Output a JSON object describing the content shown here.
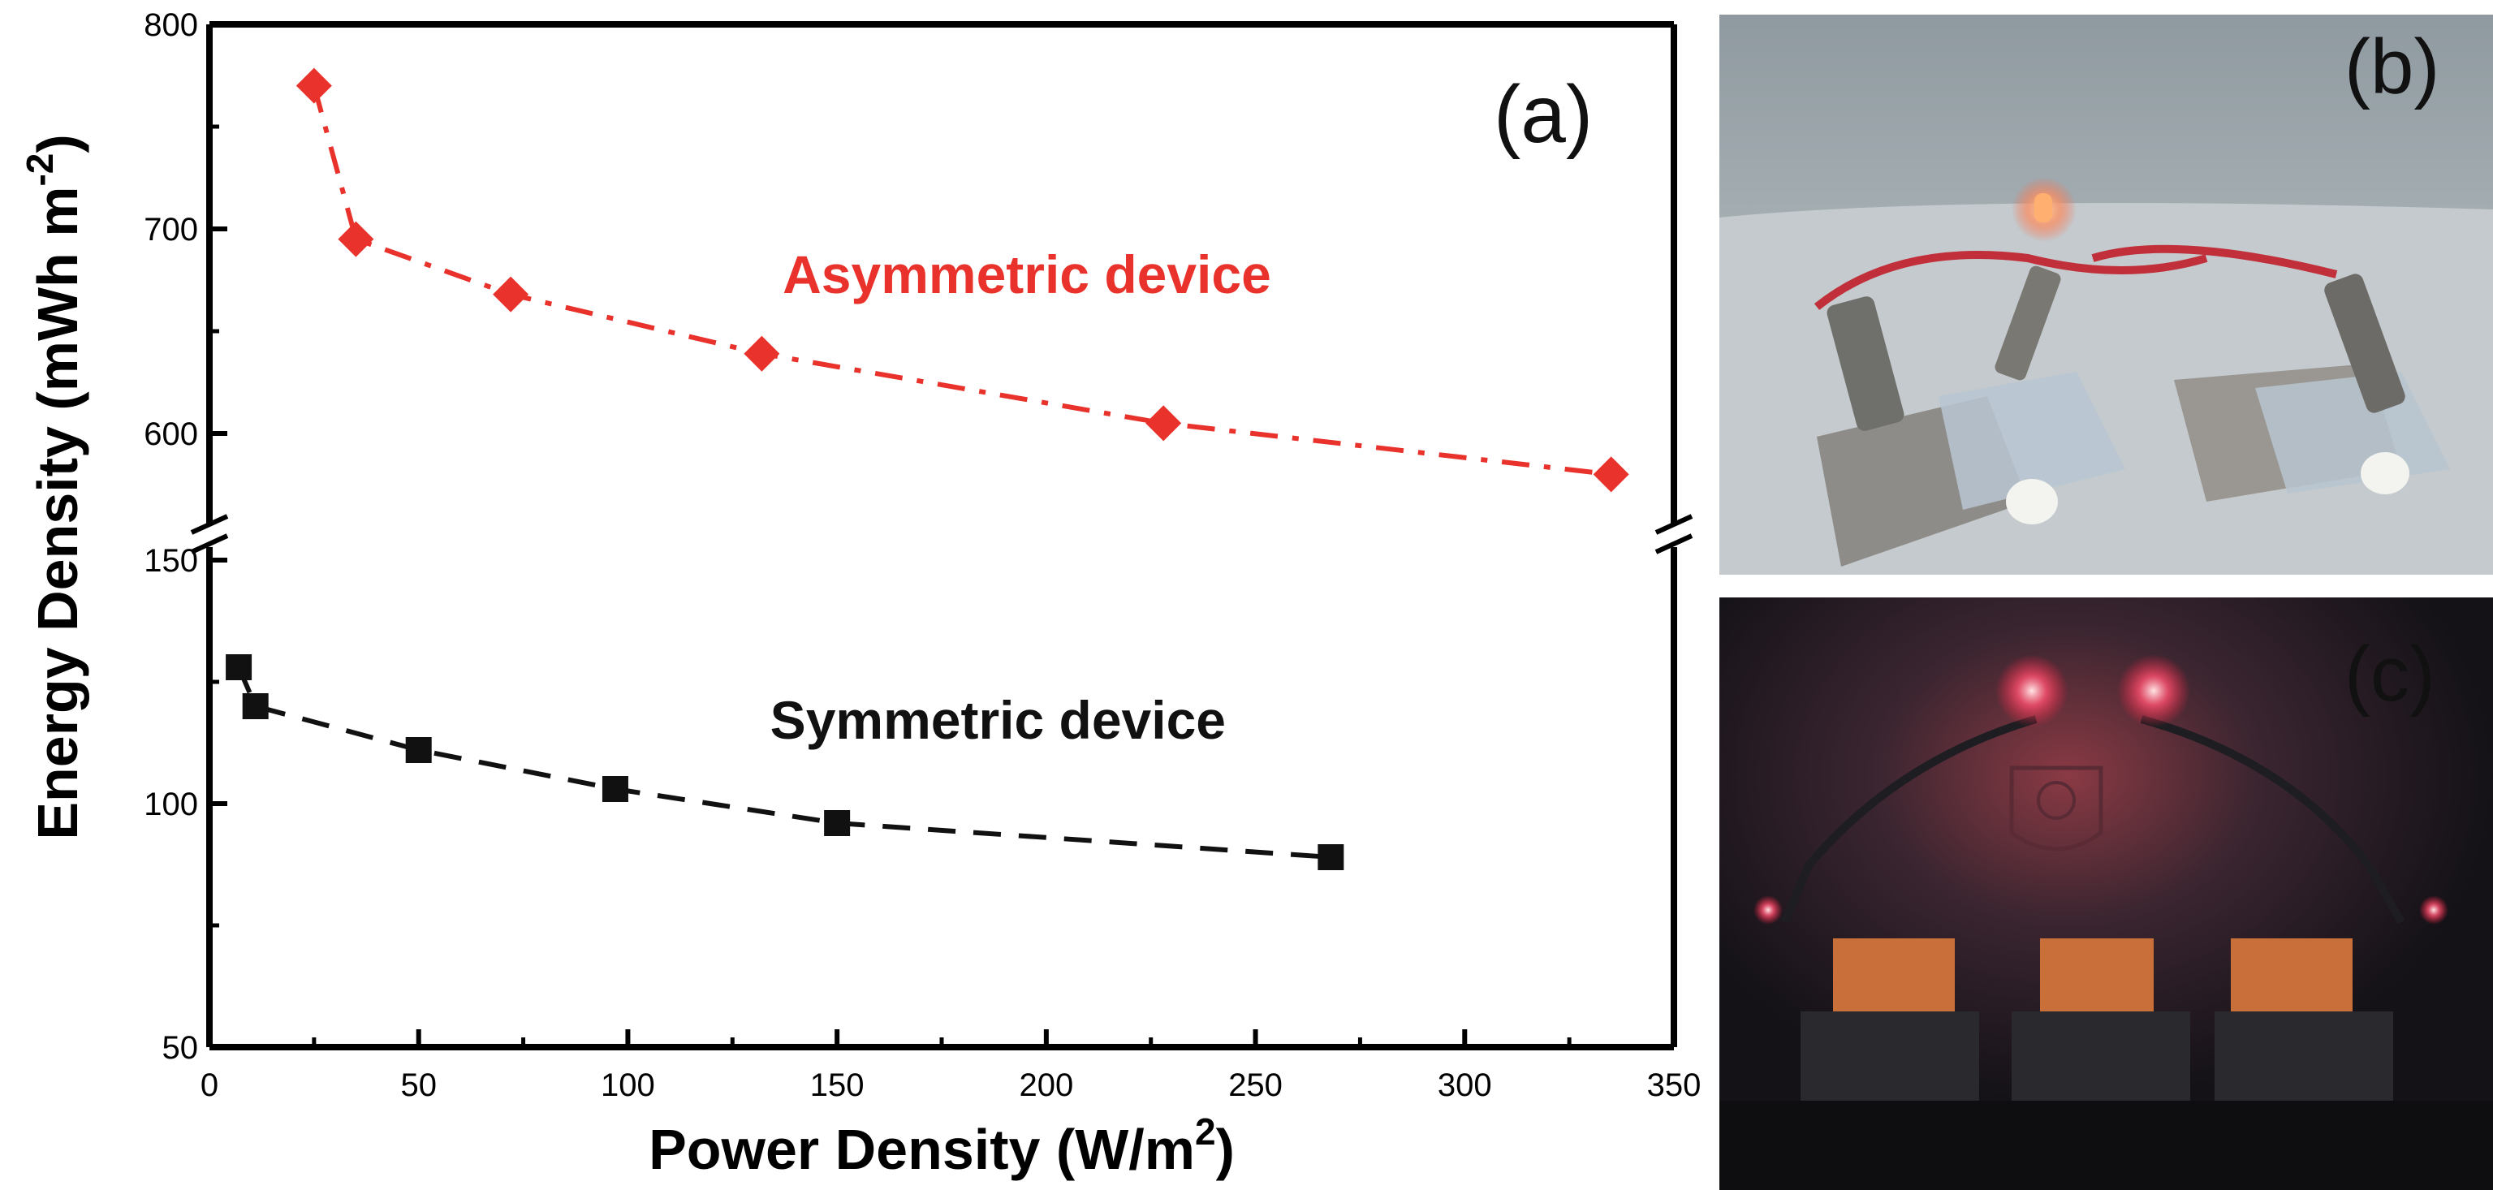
{
  "chart_data": {
    "type": "line",
    "panel_label": "(a)",
    "xlabel": "Power Density (W/m",
    "xlabel_sup": "2",
    "xlabel_end": ")",
    "ylabel": "Energy Density (mWh m",
    "ylabel_sup": "-2",
    "ylabel_end": ")",
    "xlim": [
      0,
      350
    ],
    "x_ticks": [
      "0",
      "50",
      "100",
      "150",
      "200",
      "250",
      "300",
      "350"
    ],
    "y_axis_break": true,
    "y_lower_range": [
      50,
      150
    ],
    "y_upper_range": [
      550,
      800
    ],
    "y_ticks_lower": [
      "50",
      "100",
      "150"
    ],
    "y_ticks_upper": [
      "600",
      "700",
      "800"
    ],
    "grid": false,
    "legend": "none",
    "series": [
      {
        "name": "Asymmetric device",
        "color": "#e8322b",
        "marker": "diamond",
        "line_style": "dash-dot",
        "x": [
          25,
          35,
          72,
          132,
          228,
          335
        ],
        "y": [
          770,
          695,
          668,
          639,
          605,
          580
        ]
      },
      {
        "name": "Symmetric device",
        "color": "#111111",
        "marker": "square",
        "line_style": "dashed",
        "x": [
          7,
          11,
          50,
          97,
          150,
          268
        ],
        "y": [
          128,
          120,
          111,
          103,
          96,
          89
        ]
      }
    ]
  },
  "photos": {
    "b": {
      "label": "(b)"
    },
    "c": {
      "label": "(c)"
    }
  }
}
